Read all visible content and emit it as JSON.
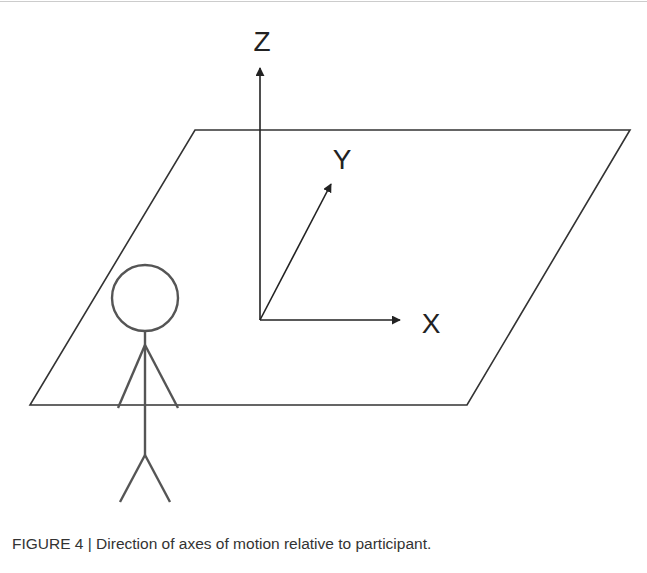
{
  "diagram": {
    "caption": "FIGURE 4 | Direction of axes of motion relative to participant.",
    "labels": [
      "Z",
      "Y",
      "X"
    ]
  }
}
